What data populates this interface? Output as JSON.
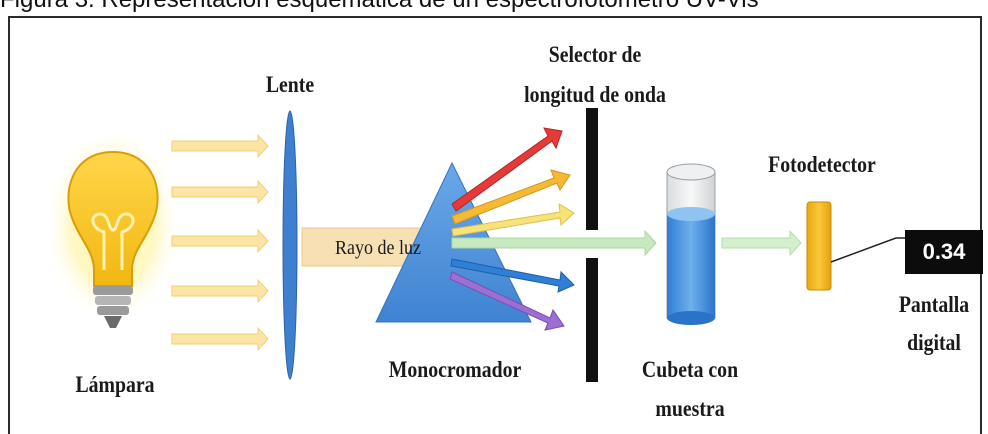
{
  "caption": "Figura 3. Representación esquemática de un espectrofotómetro UV-Vis",
  "labels": {
    "lamp": "Lámpara",
    "lens": "Lente",
    "selector_line1": "Selector de",
    "selector_line2": "longitud de onda",
    "monochromator": "Monocromador",
    "light_ray": "Rayo de luz",
    "cuvette_line1": "Cubeta con",
    "cuvette_line2": "muestra",
    "photodetector": "Fotodetector",
    "screen_line1": "Pantalla",
    "screen_line2": "digital"
  },
  "display_value": "0.34",
  "colors": {
    "bulb": "#f6c619",
    "bulb_glow": "#fff4a8",
    "lens": "#3f7fd0",
    "prism": "#4a8fd8",
    "arrow_yellow": "#fbe6a0",
    "ray_green": "#c9ebc3",
    "liquid": "#3f8fe0",
    "detector": "#f0b41c"
  },
  "icons": [
    "light-bulb-icon",
    "lens-icon",
    "prism-icon",
    "slit-icon",
    "cuvette-icon",
    "detector-icon"
  ]
}
